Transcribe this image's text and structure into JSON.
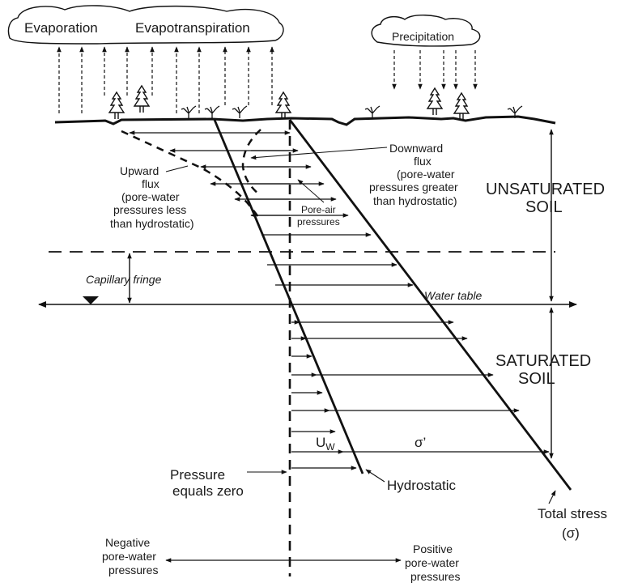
{
  "clouds": {
    "left": [
      "Evaporation",
      "Evapotranspiration"
    ],
    "right": "Precipitation"
  },
  "labels": {
    "upward_flux": [
      "Upward",
      "flux",
      "(pore-water",
      "pressures less",
      "than hydrostatic)"
    ],
    "downward_flux": [
      "Downward",
      "flux",
      "(pore-water",
      "pressures greater",
      "than hydrostatic)"
    ],
    "pore_air": [
      "Pore-air",
      "pressures"
    ],
    "unsaturated_soil": [
      "UNSATURATED",
      "SOIL"
    ],
    "saturated_soil": [
      "SATURATED",
      "SOIL"
    ],
    "capillary_fringe": "Capillary fringe",
    "water_table": "Water table",
    "uw": "U",
    "uw_sub": "W",
    "sigma_prime": "σ’",
    "pressure_zero": [
      "Pressure",
      "equals zero"
    ],
    "hydrostatic": "Hydrostatic",
    "total_stress": [
      "Total stress",
      "(σ)"
    ],
    "negative": [
      "Negative",
      "pore-water",
      "pressures"
    ],
    "positive": [
      "Positive",
      "pore-water",
      "pressures"
    ]
  }
}
